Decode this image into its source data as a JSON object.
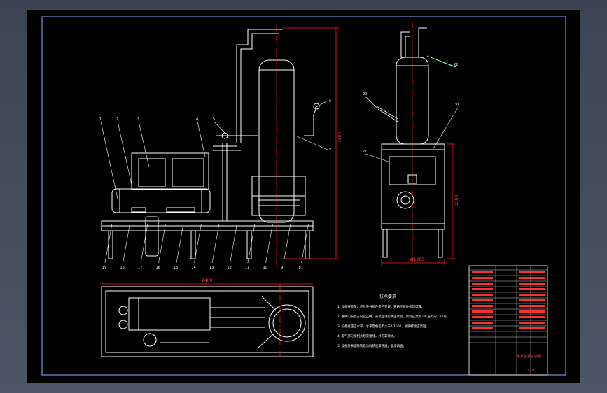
{
  "colors": {
    "canvas_bg": "#3b4452",
    "sheet_bg": "#000000",
    "frame": "#ffffff",
    "equipment": "#ffffff",
    "dimension": "#ff2020",
    "leader": "#00ff66",
    "note_text": "#ffffff",
    "title_block": "#ff3030"
  },
  "drawing": {
    "front_view": {
      "part_labels_left": [
        "1",
        "2",
        "3",
        "4",
        "5"
      ],
      "part_labels_right": [
        "6",
        "7"
      ],
      "part_labels_bottom": [
        "19",
        "18",
        "17",
        "16",
        "15",
        "14",
        "13",
        "12",
        "11",
        "10",
        "9",
        "8"
      ]
    },
    "side_view": {
      "part_labels": [
        "20",
        "21",
        "22",
        "23"
      ],
      "dimensions": [
        "Ø1200",
        "1300"
      ]
    },
    "top_view": {
      "dimension_top": "2400"
    },
    "front_dimension_height": "1800",
    "notes": {
      "heading": "技术要求",
      "lines": [
        "1. 设备安装前，应检查各部件是否完好，管路连接处密封可靠。",
        "2. 各阀门安装方向应正确，安装后进行水压试验，试验压力为工作压力的1.25倍。",
        "3. 设备底座应水平，水平度偏差不大于1/1000，地脚螺栓应紧固。",
        "4. 电气部分按相关规范接线，并可靠接地。",
        "5. 设备外表面除锈后涂防锈底漆两遍，面漆两遍。"
      ]
    },
    "title_block": {
      "title": "某某装置总装图",
      "drawing_no": "ZT-01"
    }
  }
}
